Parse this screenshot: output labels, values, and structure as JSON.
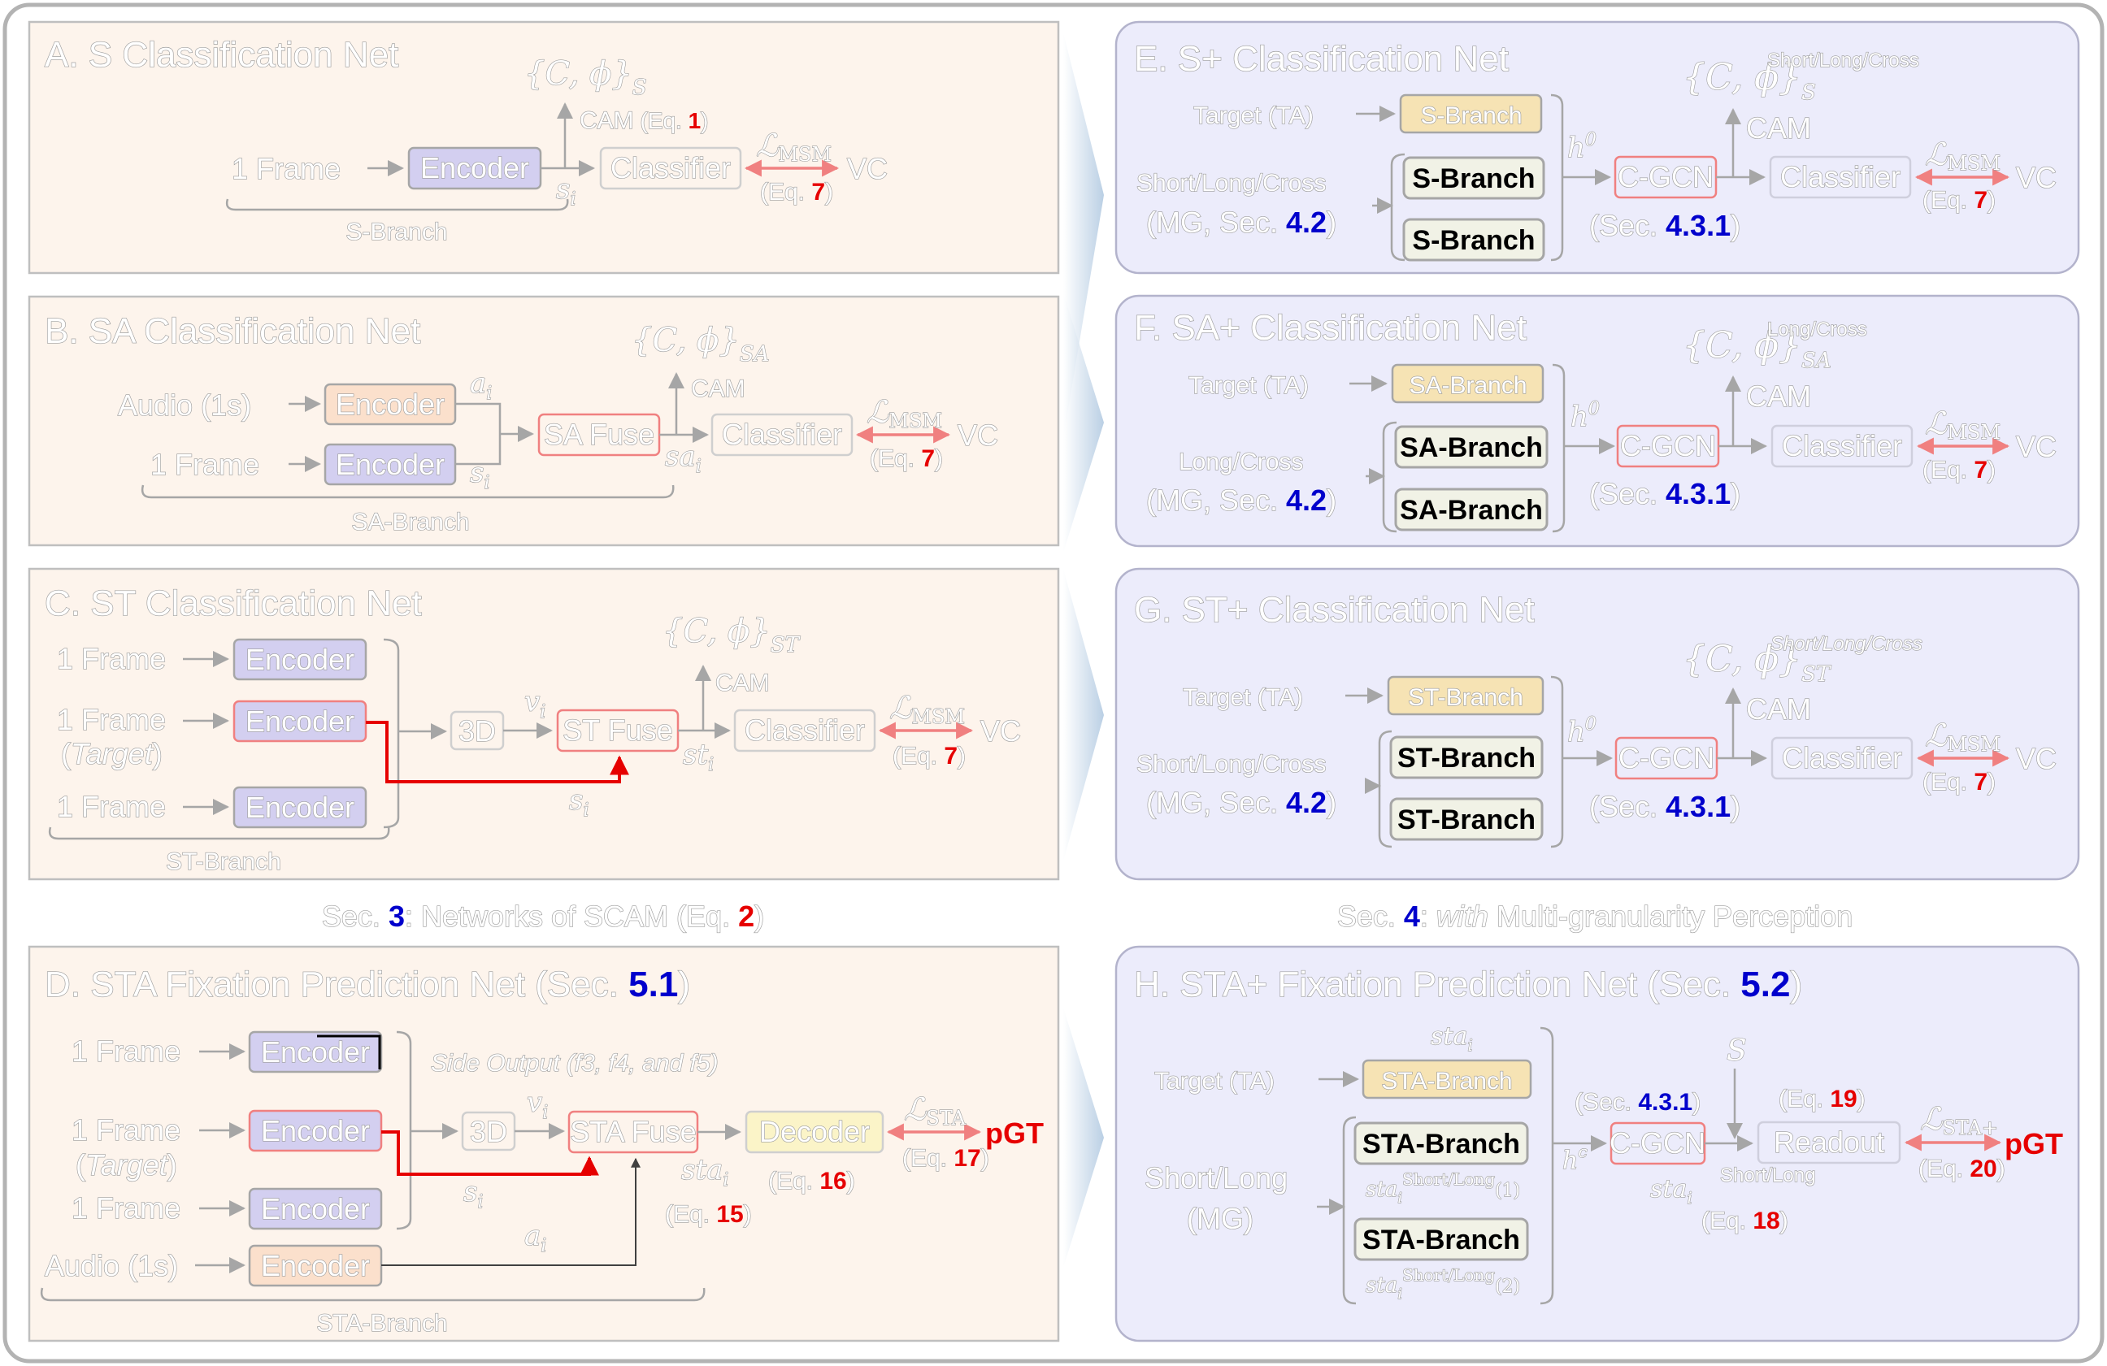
{
  "secA": {
    "title": "A. S Classification Net",
    "input": "1 Frame",
    "encoder": "Encoder",
    "feat_s": "s",
    "feat_sub": "i",
    "classifier": "Classifier",
    "cam": "CAM",
    "cam_eq_pre": "(Eq. ",
    "cam_eq": "1",
    "cam_eq_post": ")",
    "out_set": "{C, ϕ}",
    "out_sub": "S",
    "loss_base": "ℒ",
    "loss_sub": "MSM",
    "loss_eq_pre": "(Eq. ",
    "loss_eq": "7",
    "loss_eq_post": ")",
    "vc": "VC",
    "branch": "S-Branch"
  },
  "secB": {
    "title": "B. SA Classification Net",
    "input_audio": "Audio (1s)",
    "input_frame": "1 Frame",
    "encoder": "Encoder",
    "feat_a": "a",
    "feat_s": "s",
    "feat_sub": "i",
    "fuse": "SA Fuse",
    "feat_sa": "sa",
    "classifier": "Classifier",
    "cam": "CAM",
    "out_set": "{C, ϕ}",
    "out_sub": "SA",
    "loss_base": "ℒ",
    "loss_sub": "MSM",
    "loss_eq_pre": "(Eq. ",
    "loss_eq": "7",
    "loss_eq_post": ")",
    "vc": "VC",
    "branch": "SA-Branch"
  },
  "secC": {
    "title": "C. ST Classification Net",
    "input_frame": "1 Frame",
    "input_target_pre": "(",
    "input_target": "Target",
    "input_target_post": ")",
    "encoder": "Encoder",
    "conv3d": "3D",
    "feat_v": "v",
    "feat_s": "s",
    "feat_sub": "i",
    "fuse": "ST Fuse",
    "feat_st": "st",
    "classifier": "Classifier",
    "cam": "CAM",
    "out_set": "{C, ϕ}",
    "out_sub": "ST",
    "loss_base": "ℒ",
    "loss_sub": "MSM",
    "loss_eq_pre": "(Eq. ",
    "loss_eq": "7",
    "loss_eq_post": ")",
    "vc": "VC",
    "branch": "ST-Branch"
  },
  "caption_left": {
    "pre": "Sec. ",
    "num": "3",
    "mid": ": Networks of SCAM (Eq. ",
    "eq": "2",
    "post": ")"
  },
  "caption_right": {
    "pre": "Sec. ",
    "num": "4",
    "mid": ": ",
    "italic": "with",
    "post": " Multi-granularity Perception"
  },
  "secD": {
    "title_pre": "D. STA Fixation Prediction Net (Sec. ",
    "title_num": "5.1",
    "title_post": ")",
    "input_frame": "1 Frame",
    "input_target_pre": "(",
    "input_target": "Target",
    "input_target_post": ")",
    "input_audio": "Audio (1s)",
    "encoder": "Encoder",
    "side_output_pre": "Side Output (",
    "side_output_vars": "f3, f4, and f5",
    "side_output_post": ")",
    "conv3d": "3D",
    "feat_v": "v",
    "feat_s": "s",
    "feat_a": "a",
    "feat_sub": "i",
    "fuse": "STA Fuse",
    "feat_sta": "sta",
    "eq_pre": "(Eq. ",
    "eq_post": ")",
    "fuse_eq": "15",
    "decoder": "Decoder",
    "decoder_eq": "16",
    "loss_base": "ℒ",
    "loss_sub": "STA",
    "loss_eq": "17",
    "pgt": "pGT",
    "branch": "STA-Branch"
  },
  "secE": {
    "title": "E. S+ Classification Net",
    "target": "Target (TA)",
    "mg_top": "Short/Long/Cross",
    "mg_bot_pre": "(MG, Sec. ",
    "mg_num": "4.2",
    "mg_bot_post": ")",
    "branch_target": "S-Branch",
    "branch": "S-Branch",
    "h0_base": "h",
    "h0_sup": "0",
    "cgcn": "C-GCN",
    "cgcn_sec_pre": "(Sec. ",
    "cgcn_sec": "4.3.1",
    "cgcn_sec_post": ")",
    "classifier": "Classifier",
    "cam": "CAM",
    "out_set": "{C, ϕ}",
    "out_sub": "S",
    "out_sup": "Short/Long/Cross",
    "loss_base": "ℒ",
    "loss_sub": "MSM",
    "loss_eq_pre": "(Eq. ",
    "loss_eq": "7",
    "loss_eq_post": ")",
    "vc": "VC"
  },
  "secF": {
    "title": "F. SA+ Classification Net",
    "target": "Target (TA)",
    "mg_top": "Long/Cross",
    "mg_bot_pre": "(MG, Sec. ",
    "mg_num": "4.2",
    "mg_bot_post": ")",
    "branch_target": "SA-Branch",
    "branch": "SA-Branch",
    "h0_base": "h",
    "h0_sup": "0",
    "cgcn": "C-GCN",
    "cgcn_sec_pre": "(Sec. ",
    "cgcn_sec": "4.3.1",
    "cgcn_sec_post": ")",
    "classifier": "Classifier",
    "cam": "CAM",
    "out_set": "{C, ϕ}",
    "out_sub": "SA",
    "out_sup": "Long/Cross",
    "loss_base": "ℒ",
    "loss_sub": "MSM",
    "loss_eq_pre": "(Eq. ",
    "loss_eq": "7",
    "loss_eq_post": ")",
    "vc": "VC"
  },
  "secG": {
    "title": "G. ST+ Classification Net",
    "target": "Target (TA)",
    "mg_top": "Short/Long/Cross",
    "mg_bot_pre": "(MG, Sec. ",
    "mg_num": "4.2",
    "mg_bot_post": ")",
    "branch_target": "ST-Branch",
    "branch": "ST-Branch",
    "h0_base": "h",
    "h0_sup": "0",
    "cgcn": "C-GCN",
    "cgcn_sec_pre": "(Sec. ",
    "cgcn_sec": "4.3.1",
    "cgcn_sec_post": ")",
    "classifier": "Classifier",
    "cam": "CAM",
    "out_set": "{C, ϕ}",
    "out_sub": "ST",
    "out_sup": "Short/Long/Cross",
    "loss_base": "ℒ",
    "loss_sub": "MSM",
    "loss_eq_pre": "(Eq. ",
    "loss_eq": "7",
    "loss_eq_post": ")",
    "vc": "VC"
  },
  "secH": {
    "title_pre": "H. STA+ Fixation Prediction Net (Sec. ",
    "title_num": "5.2",
    "title_post": ")",
    "target": "Target (TA)",
    "mg_top": "Short/Long",
    "mg_bot": "(MG)",
    "branch_target": "STA-Branch",
    "branch": "STA-Branch",
    "feat_sta": "sta",
    "feat_sub": "i",
    "sta_sup": "Short/Long",
    "sta_idx1": "(1)",
    "sta_idx2": "(2)",
    "hc_base": "h",
    "hc_sup": "c",
    "cgcn": "C-GCN",
    "cgcn_sec_pre": "(Sec. ",
    "cgcn_sec": "4.3.1",
    "cgcn_sec_post": ")",
    "s_label": "S",
    "eq_pre": "(Eq. ",
    "eq_post": ")",
    "readout_eq": "19",
    "readout": "Readout",
    "sta_eq": "18",
    "loss_base": "ℒ",
    "loss_sub": "STA+",
    "loss_eq": "20",
    "pgt": "pGT"
  },
  "colors": {
    "left_panel_bg": "#fdf4ec",
    "right_panel_bg": "#ececfb",
    "encoder_blue": "#d3cff0",
    "encoder_orange": "#fbe0cc",
    "target_branch_yellow": "#f6e3b4",
    "decoder_yellow": "#fbf4c8",
    "branch_box": "#f1f2e6",
    "red": "#e60000",
    "blue": "#0000cc",
    "loss_arrow": "#f08080"
  }
}
